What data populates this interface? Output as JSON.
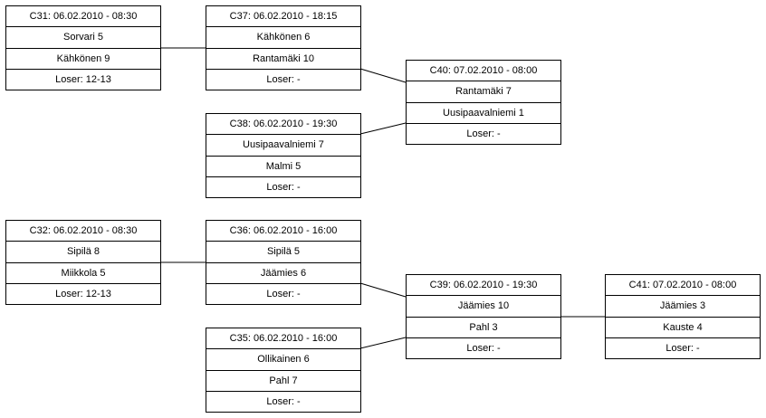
{
  "matches": {
    "c31": {
      "header": "C31: 06.02.2010 - 08:30",
      "team1": "Sorvari 5",
      "team2": "Kähkönen 9",
      "loser": "Loser: 12-13"
    },
    "c37": {
      "header": "C37: 06.02.2010 - 18:15",
      "team1": "Kähkönen 6",
      "team2": "Rantamäki 10",
      "loser": "Loser: -"
    },
    "c40": {
      "header": "C40: 07.02.2010 - 08:00",
      "team1": "Rantamäki 7",
      "team2": "Uusipaavalniemi 1",
      "loser": "Loser: -"
    },
    "c38": {
      "header": "C38: 06.02.2010 - 19:30",
      "team1": "Uusipaavalniemi 7",
      "team2": "Malmi 5",
      "loser": "Loser: -"
    },
    "c32": {
      "header": "C32: 06.02.2010 - 08:30",
      "team1": "Sipilä 8",
      "team2": "Miikkola 5",
      "loser": "Loser: 12-13"
    },
    "c36": {
      "header": "C36: 06.02.2010 - 16:00",
      "team1": "Sipilä 5",
      "team2": "Jäämies 6",
      "loser": "Loser: -"
    },
    "c39": {
      "header": "C39: 06.02.2010 - 19:30",
      "team1": "Jäämies 10",
      "team2": "Pahl 3",
      "loser": "Loser: -"
    },
    "c41": {
      "header": "C41: 07.02.2010 - 08:00",
      "team1": "Jäämies 3",
      "team2": "Kauste 4",
      "loser": "Loser: -"
    },
    "c35": {
      "header": "C35: 06.02.2010 - 16:00",
      "team1": "Ollikainen 6",
      "team2": "Pahl 7",
      "loser": "Loser: -"
    }
  }
}
